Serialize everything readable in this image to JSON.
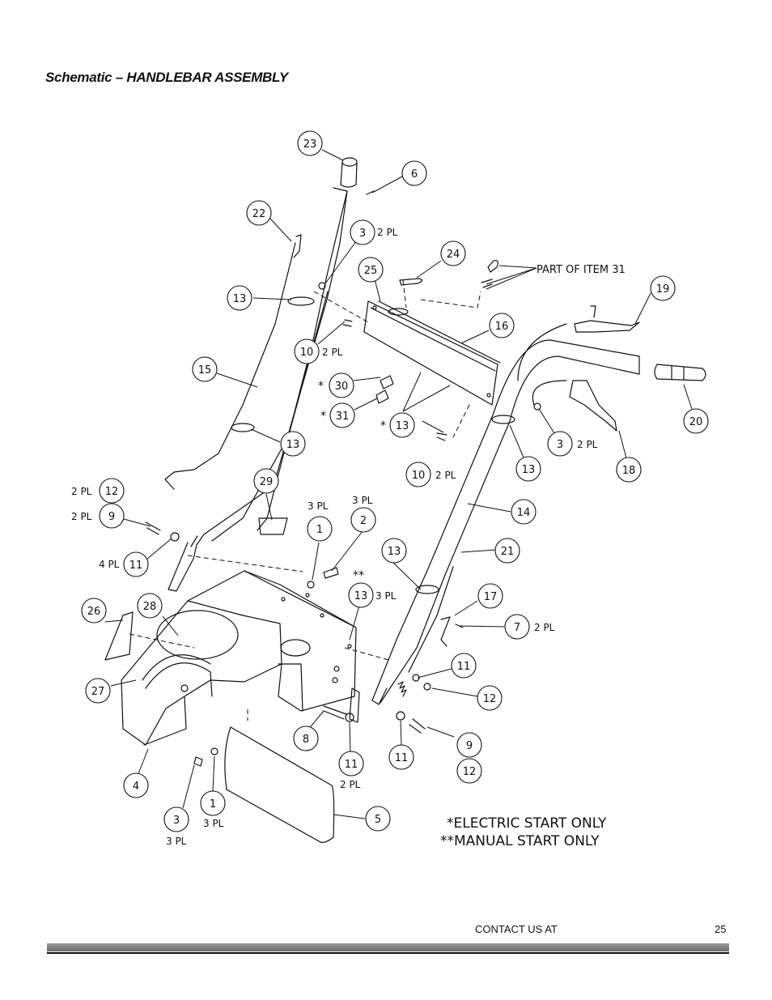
{
  "header": {
    "title": "Schematic – HANDLEBAR ASSEMBLY"
  },
  "notes": {
    "part_of": "PART OF ITEM 31",
    "electric": "*ELECTRIC START ONLY",
    "manual": "**MANUAL START ONLY"
  },
  "callouts": [
    {
      "n": "23",
      "note": ""
    },
    {
      "n": "6",
      "note": ""
    },
    {
      "n": "22",
      "note": ""
    },
    {
      "n": "3",
      "note": "2 PL"
    },
    {
      "n": "24",
      "note": ""
    },
    {
      "n": "25",
      "note": ""
    },
    {
      "n": "19",
      "note": ""
    },
    {
      "n": "13",
      "note": ""
    },
    {
      "n": "16",
      "note": ""
    },
    {
      "n": "10",
      "note": "2 PL"
    },
    {
      "n": "15",
      "note": ""
    },
    {
      "n": "30",
      "note": "*"
    },
    {
      "n": "31",
      "note": "*"
    },
    {
      "n": "13",
      "note": "*"
    },
    {
      "n": "20",
      "note": ""
    },
    {
      "n": "3",
      "note": "2 PL"
    },
    {
      "n": "13",
      "note": ""
    },
    {
      "n": "18",
      "note": ""
    },
    {
      "n": "13",
      "note": ""
    },
    {
      "n": "10",
      "note": "2 PL"
    },
    {
      "n": "29",
      "note": ""
    },
    {
      "n": "12",
      "note": "2 PL"
    },
    {
      "n": "9",
      "note": "2 PL"
    },
    {
      "n": "1",
      "note": "3 PL"
    },
    {
      "n": "2",
      "note": "3 PL"
    },
    {
      "n": "14",
      "note": ""
    },
    {
      "n": "11",
      "note": "4 PL"
    },
    {
      "n": "13",
      "note": ""
    },
    {
      "n": "21",
      "note": ""
    },
    {
      "n": "13",
      "note": "3 PL"
    },
    {
      "n": "26",
      "note": ""
    },
    {
      "n": "28",
      "note": ""
    },
    {
      "n": "17",
      "note": ""
    },
    {
      "n": "7",
      "note": "2 PL"
    },
    {
      "n": "11",
      "note": ""
    },
    {
      "n": "27",
      "note": ""
    },
    {
      "n": "12",
      "note": ""
    },
    {
      "n": "8",
      "note": ""
    },
    {
      "n": "9",
      "note": ""
    },
    {
      "n": "11",
      "note": "2 PL"
    },
    {
      "n": "11",
      "note": ""
    },
    {
      "n": "12",
      "note": ""
    },
    {
      "n": "4",
      "note": ""
    },
    {
      "n": "3",
      "note": "3 PL"
    },
    {
      "n": "1",
      "note": "3 PL"
    },
    {
      "n": "5",
      "note": ""
    }
  ],
  "manual_mark": "**",
  "footer": {
    "contact": "CONTACT US AT",
    "page_number": "25"
  }
}
